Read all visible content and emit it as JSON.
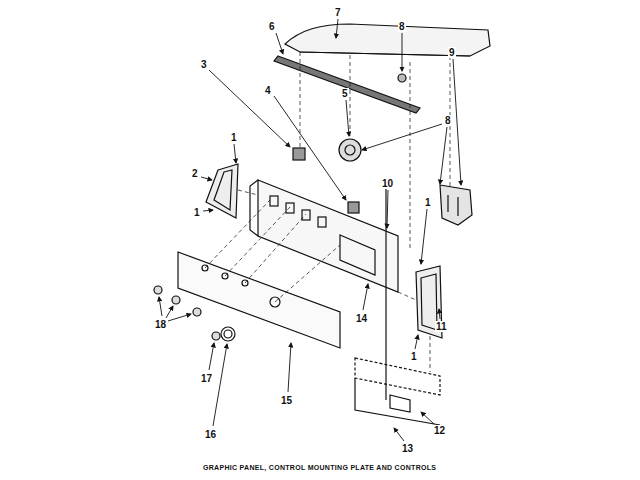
{
  "diagram": {
    "caption": "GRAPHIC PANEL, CONTROL MOUNTING PLATE AND CONTROLS",
    "labels": [
      "7",
      "6",
      "8",
      "9",
      "3",
      "4",
      "5",
      "8",
      "1",
      "2",
      "10",
      "1",
      "1",
      "14",
      "11",
      "1",
      "18",
      "17",
      "16",
      "15",
      "12",
      "13"
    ]
  }
}
